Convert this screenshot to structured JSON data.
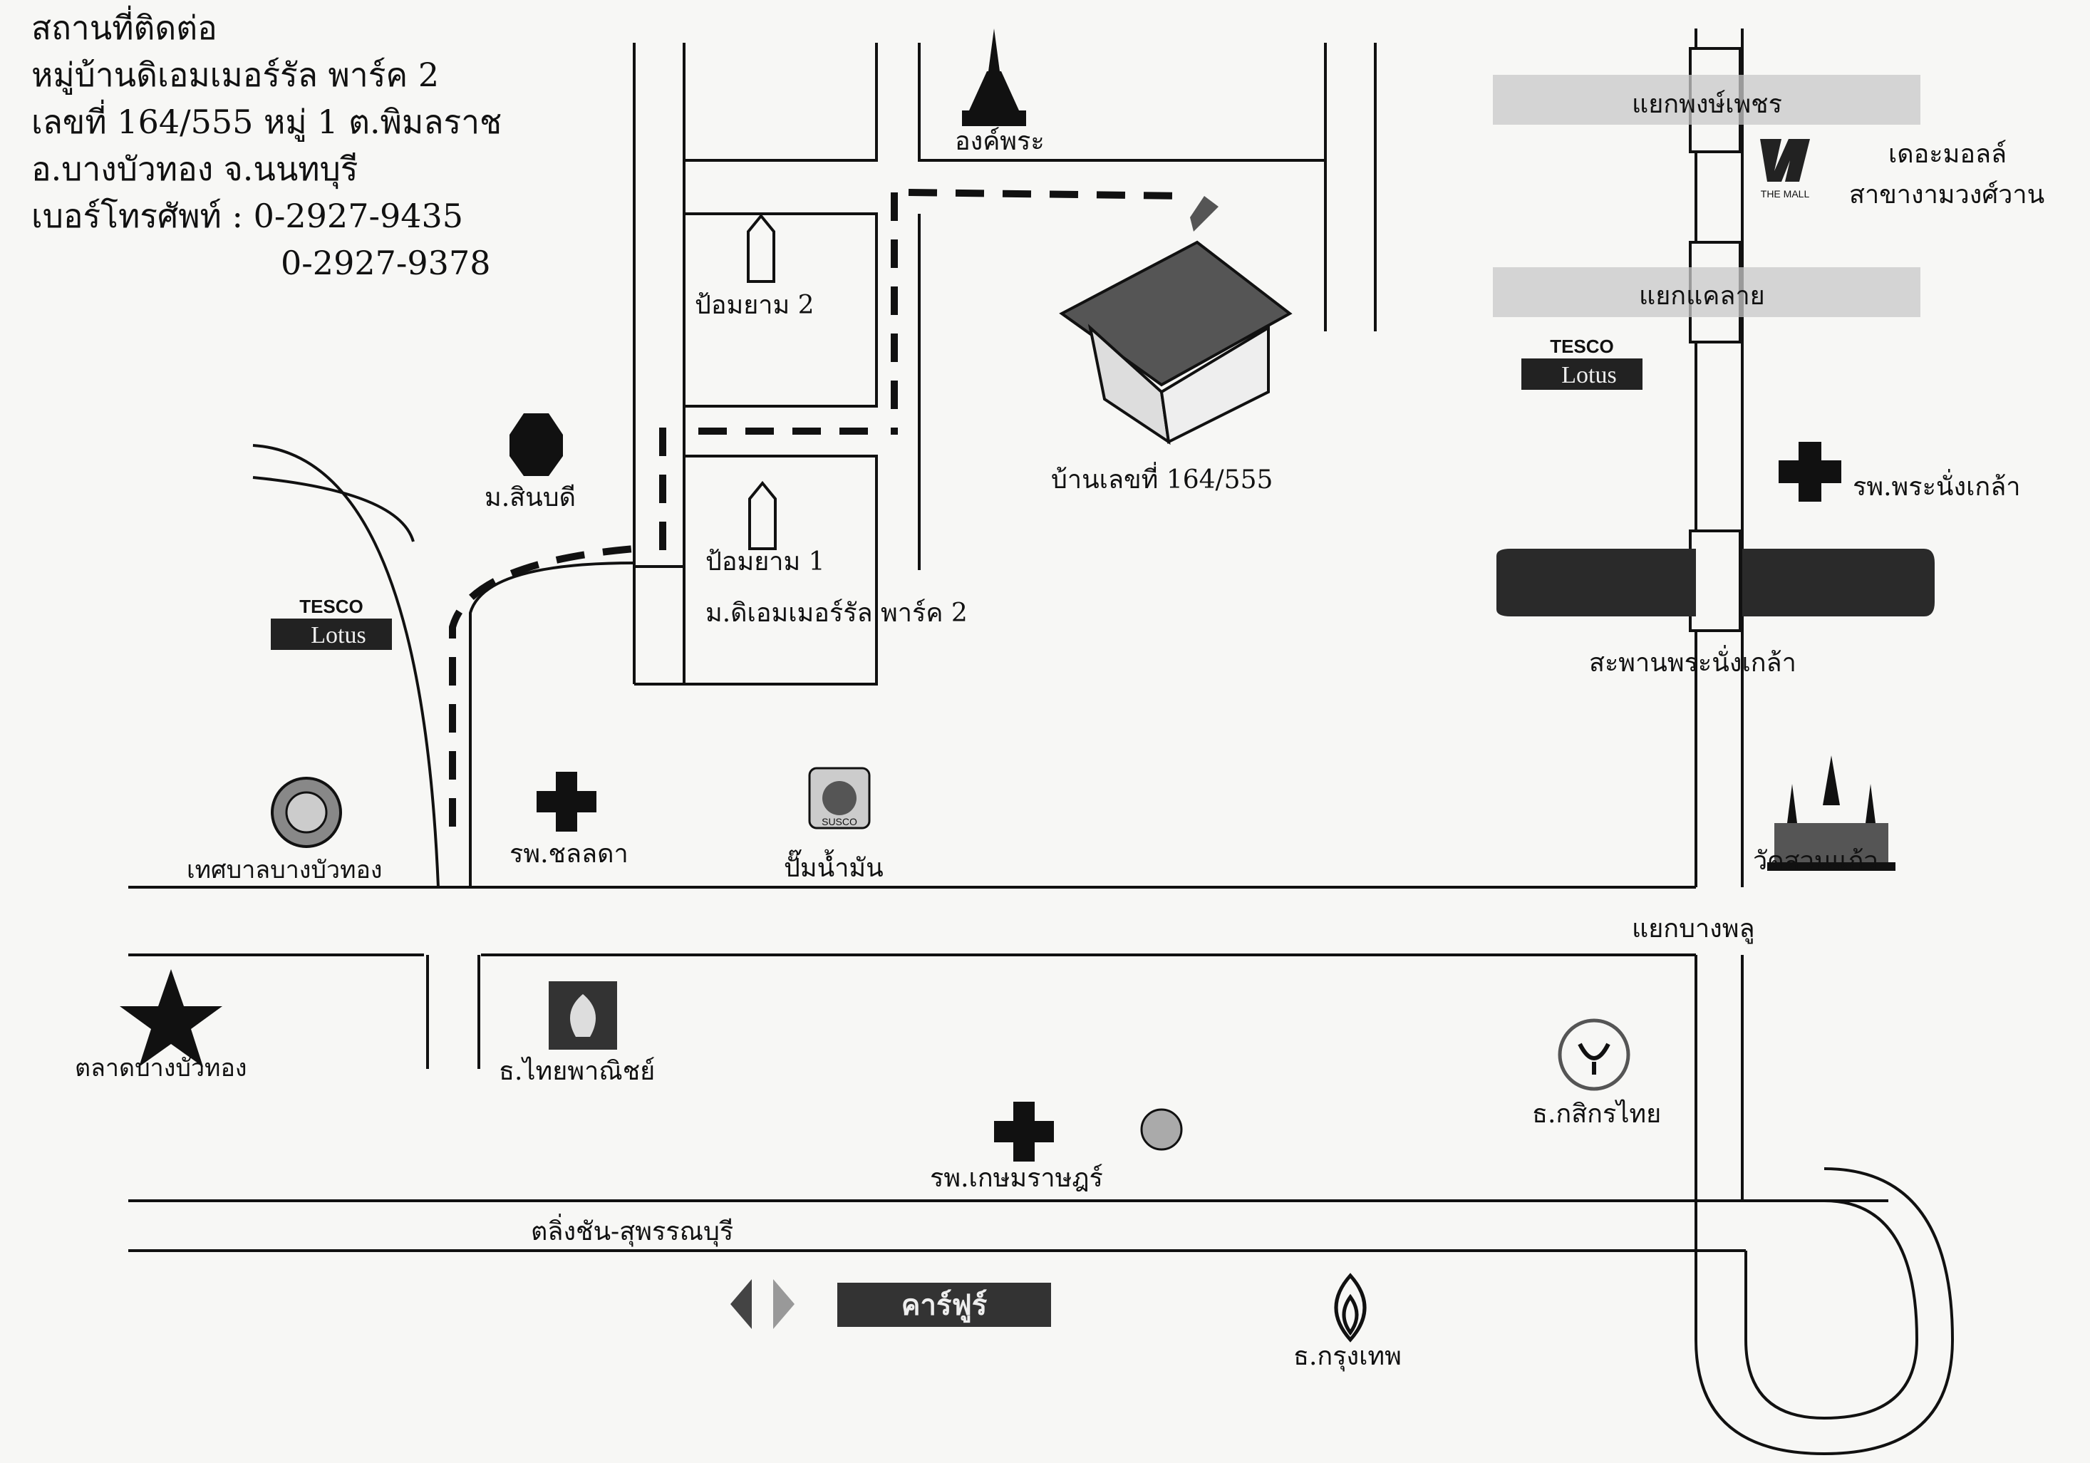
{
  "contact": {
    "heading": "สถานที่ติดต่อ",
    "village": "หมู่บ้านดิเอมเมอร์รัล พาร์ค 2",
    "address": "เลขที่ 164/555 หมู่ 1 ต.พิมลราช",
    "district": "อ.บางบัวทอง จ.นนทบุรี",
    "phone_label": "เบอร์โทรศัพท์ : 0-2927-9435",
    "phone2": "0-2927-9378"
  },
  "landmarks": {
    "ong_phra": "องค์พระ",
    "yaek_phong_phet": "แยกพงษ์เพชร",
    "the_mall": "เดอะมอลล์",
    "the_mall_branch": "สาขางามวงศ์วาน",
    "the_mall_logo": "THE MALL",
    "yaek_khae_rai": "แยกแคลาย",
    "tesco": "TESCO",
    "lotus": "Lotus",
    "rp_phra_nang_klao": "รพ.พระนั่งเกล้า",
    "pom_yam_2": "ป้อมยาม 2",
    "house_no": "บ้านเลขที่ 164/555",
    "m_sinbodi": "ม.สินบดี",
    "pom_yam_1": "ป้อมยาม 1",
    "village_label": "ม.ดิเอมเมอร์รัล พาร์ค 2",
    "saphan_phra_nang_klao": "สะพานพระนั่งเกล้า",
    "wat_suan_kaeo": "วัดสวนแก้ว",
    "thesaban": "เทศบาลบางบัวทอง",
    "rp_chonlada": "รพ.ชลลดา",
    "pump": "ปั๊มน้ำมัน",
    "susco": "SUSCO",
    "yaek_bang_phlu": "แยกบางพลู",
    "talat": "ตลาดบางบัวทอง",
    "scb": "ธ.ไทยพาณิชย์",
    "rp_kasemrad": "รพ.เกษมราษฎร์",
    "kbank": "ธ.กสิกรไทย",
    "road": "ตลิ่งชัน-สุพรรณบุรี",
    "carrefour": "คาร์ฟูร์",
    "bbl": "ธ.กรุงเทพ"
  },
  "icons": {
    "star": "star-icon",
    "hospital": "cross-icon",
    "temple": "temple-icon",
    "guardhouse": "guardhouse-icon",
    "house": "house-icon"
  },
  "colors": {
    "ink": "#111111",
    "road_fill": "#f7f7f5",
    "band": "#c8c8c8"
  }
}
